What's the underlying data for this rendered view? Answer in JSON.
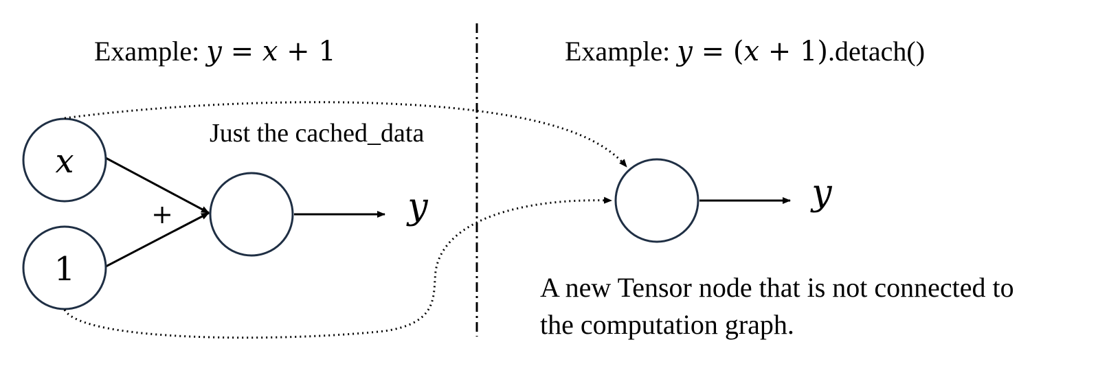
{
  "left_panel": {
    "title_prefix": "Example: ",
    "equation": {
      "y": "y",
      "equals": " = ",
      "x": "x",
      "plus_one": " + 1"
    },
    "nodes": {
      "x_label": "x",
      "one_label": "1",
      "y_output_label": "y"
    },
    "operator_label": "+",
    "cached_data_label": "Just the cached_data"
  },
  "right_panel": {
    "title_prefix": "Example: ",
    "equation": {
      "y": "y",
      "equals": " = (",
      "x": "x",
      "rest": " + 1)",
      "detach": ".detach()"
    },
    "nodes": {
      "y_output_label": "y"
    },
    "caption_line1": "A new Tensor node that is not connected to",
    "caption_line2": "the computation graph."
  },
  "colors": {
    "node_stroke": "#1f2f44",
    "line": "#000000"
  }
}
